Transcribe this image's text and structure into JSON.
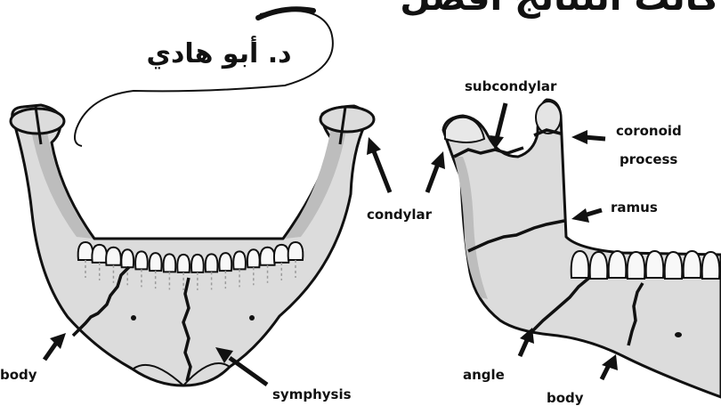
{
  "header_text": "كانت النتائج افضل",
  "signature": "د. أبو هادي",
  "labels": {
    "subcondylar": "subcondylar",
    "coronoid_line1": "coronoid",
    "coronoid_line2": "process",
    "ramus": "ramus",
    "condylar": "condylar",
    "body_left": "body",
    "symphysis": "symphysis",
    "angle": "angle",
    "body_right": "body"
  },
  "colors": {
    "bone": "#dcdcdc",
    "bone_dark": "#bdbdbd",
    "outline": "#111111",
    "fracture": "#111111",
    "tooth": "#f8f8f8"
  }
}
